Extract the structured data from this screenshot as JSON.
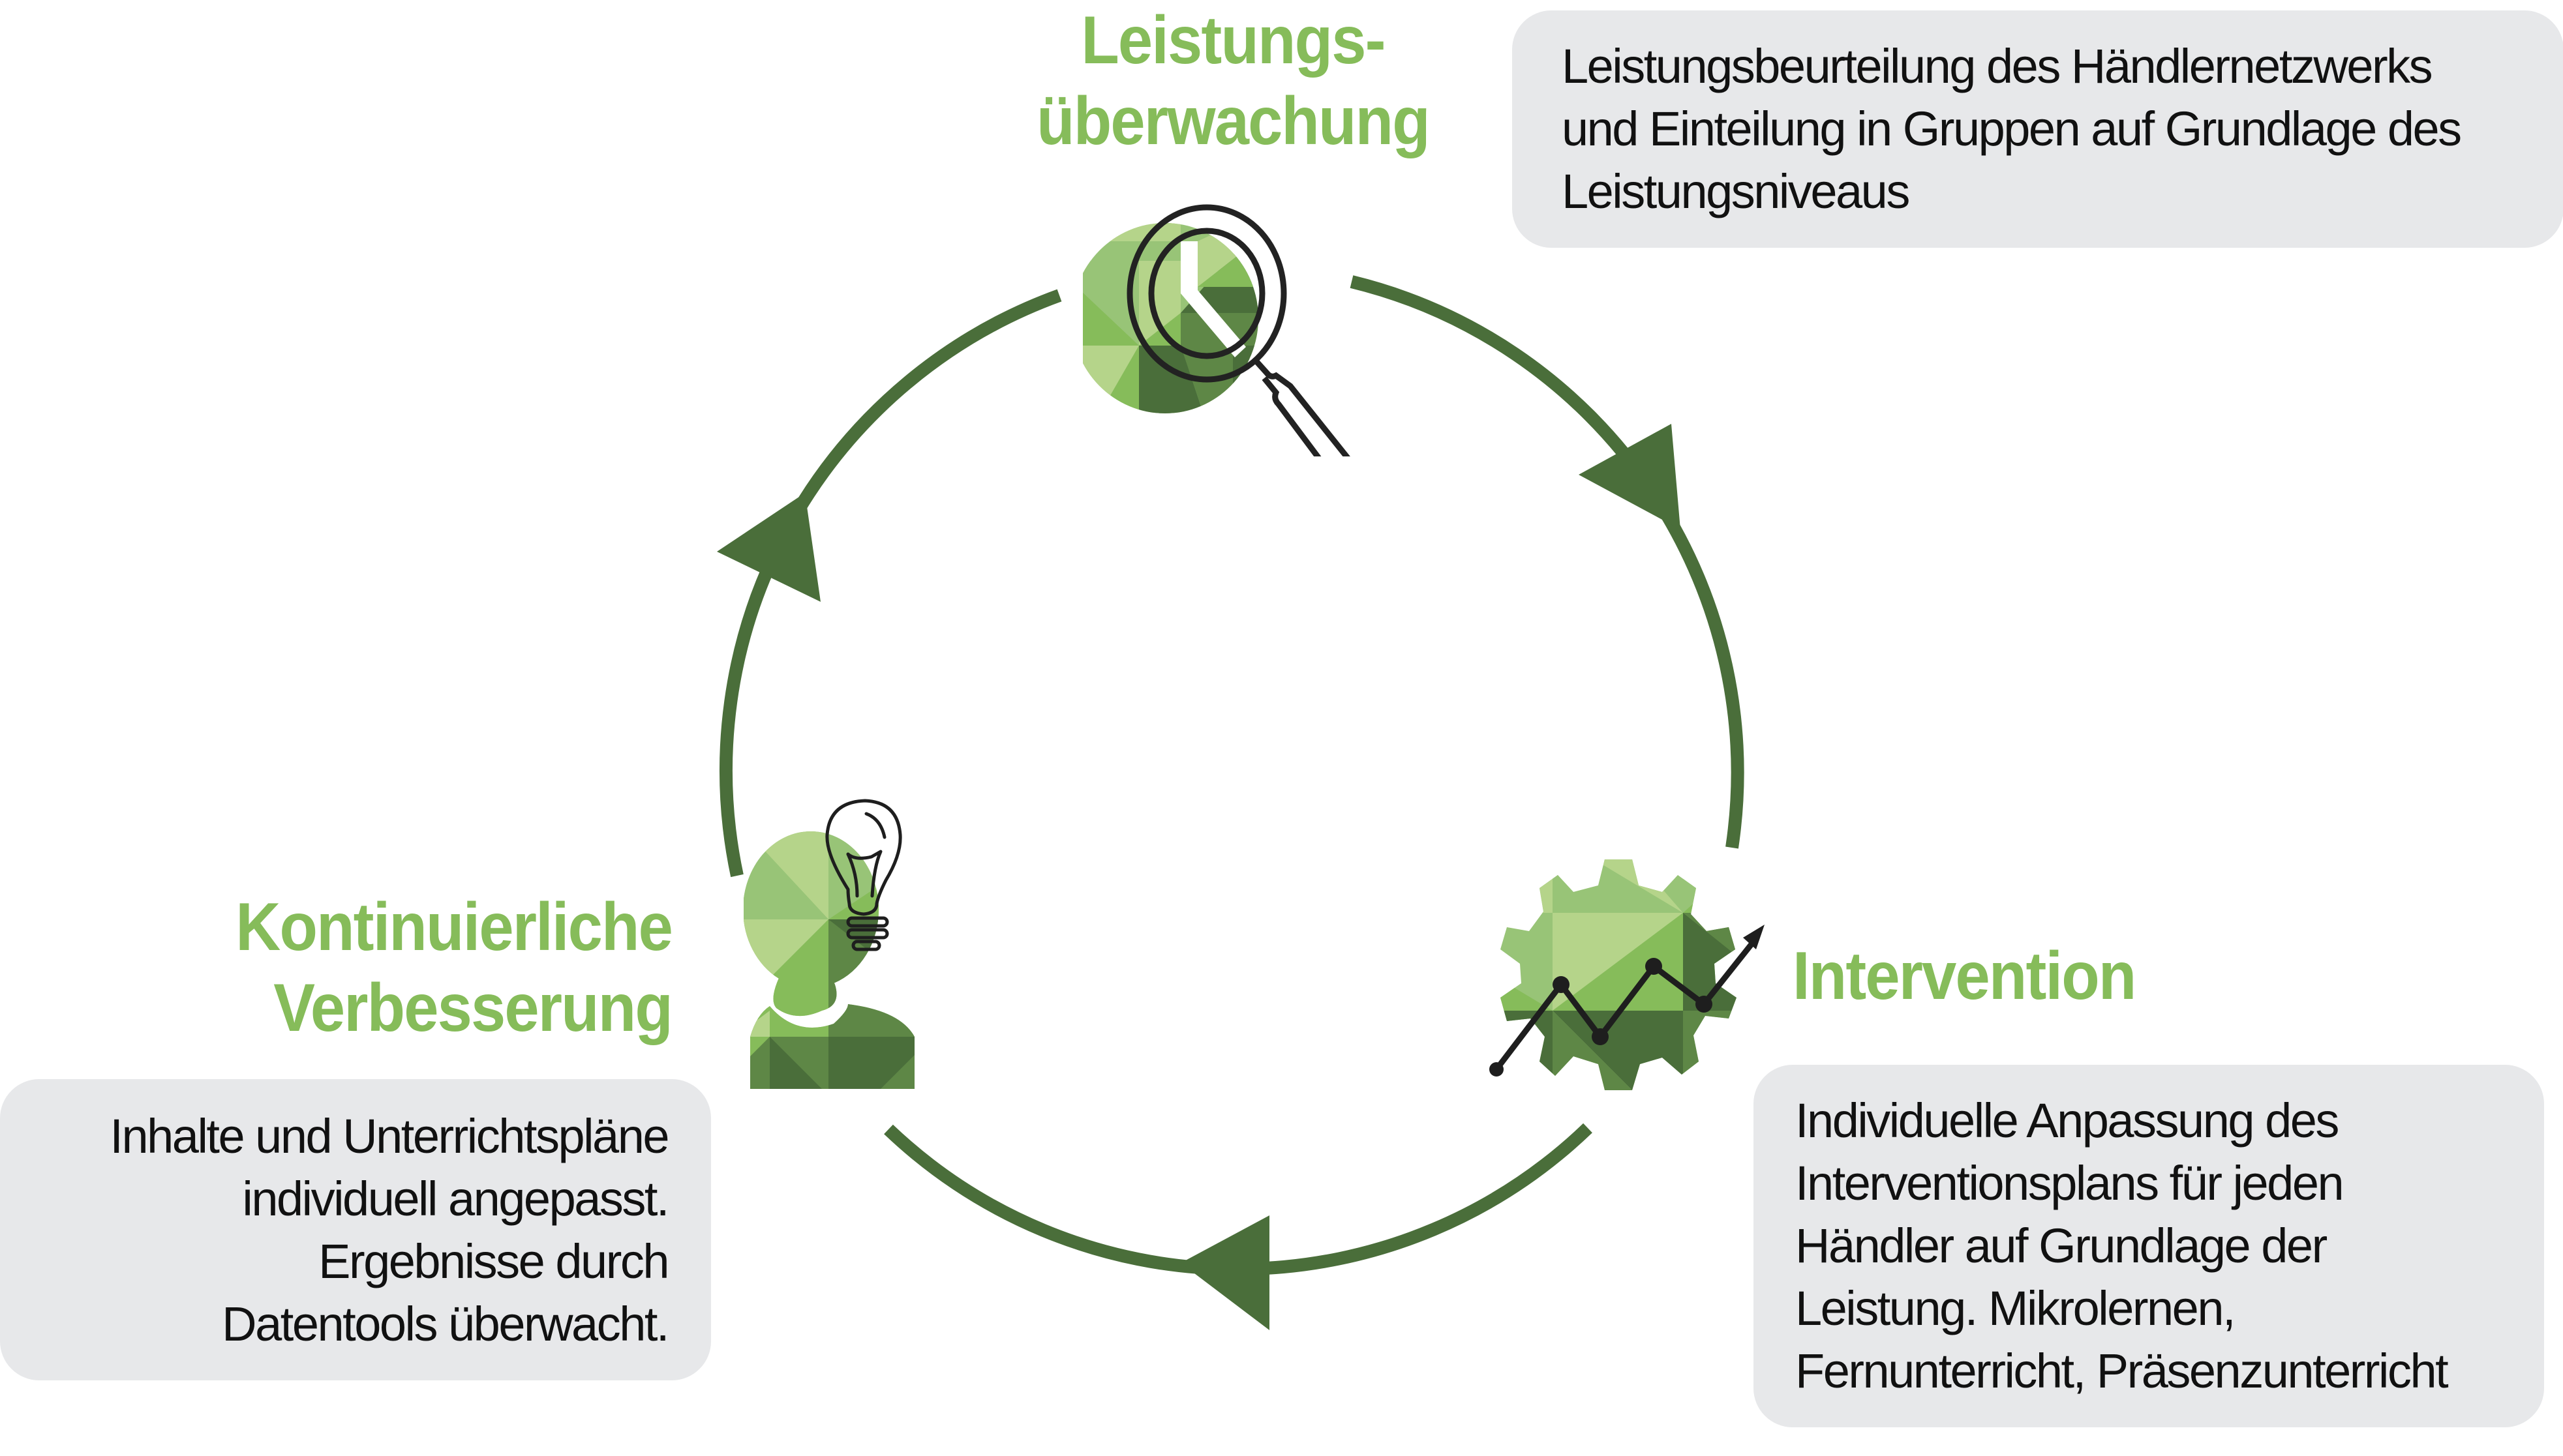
{
  "stages": [
    {
      "id": "monitoring",
      "title_lines": [
        "Leistungs-",
        "überwachung"
      ],
      "description_lines": [
        "Leistungsbeurteilung des Händlernetzwerks",
        "und Einteilung in Gruppen auf Grundlage des",
        "Leistungsniveaus"
      ],
      "icon": "magnifier-pie-icon"
    },
    {
      "id": "intervention",
      "title_lines": [
        "Intervention"
      ],
      "description_lines": [
        "Individuelle Anpassung des",
        "Interventionsplans für jeden",
        "Händler auf Grundlage der",
        "Leistung.  Mikrolernen,",
        "Fernunterricht, Präsenzunterricht"
      ],
      "icon": "gear-chart-icon"
    },
    {
      "id": "improvement",
      "title_lines": [
        "Kontinuierliche",
        "Verbesserung"
      ],
      "description_lines": [
        "Inhalte und Unterrichtspläne",
        "individuell angepasst.",
        "Ergebnisse durch ",
        "Datentools überwacht."
      ],
      "icon": "person-lightbulb-icon"
    }
  ],
  "colors": {
    "title_green": "#86bc5a",
    "arrow_green": "#4a6e3a",
    "box_gray": "#e7e8ea",
    "text": "#111111",
    "palette": [
      "#b5d48a",
      "#98c477",
      "#86bc5a",
      "#5e8746",
      "#4a6e3a"
    ]
  }
}
